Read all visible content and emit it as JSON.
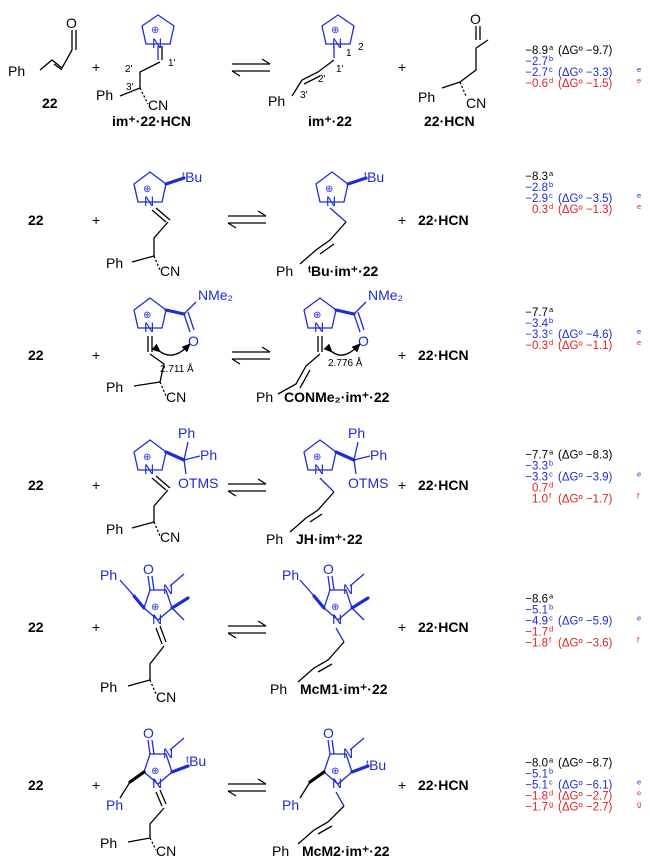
{
  "labels": {
    "compound22": "22",
    "plus": "+",
    "im22hcn": "im⁺·22·HCN",
    "im22": "im⁺·22",
    "hcn22": "22·HCN",
    "tbu_im22": "ᵗBu·im⁺·22",
    "conme2_im22": "CONMe₂·im⁺·22",
    "jh_im22": "JH·im⁺·22",
    "mcm1_im22": "McM1·im⁺·22",
    "mcm2_im22": "McM2·im⁺·22"
  },
  "atoms": {
    "O": "O",
    "Ph": "Ph",
    "N": "N",
    "CN": "CN",
    "tBu": "ᵗBu",
    "NMe2": "NMe₂",
    "OTMS": "OTMS",
    "plus_charge": "⊕",
    "n1": "1",
    "n2": "2",
    "n1p": "1'",
    "n2p": "2'",
    "n3p": "3'"
  },
  "distances": {
    "row3_left": "2.711 Å",
    "row3_right": "2.776 Å"
  },
  "colors": {
    "black": "#000000",
    "blue": "#1f2bd6",
    "red": "#e02020"
  },
  "energies": [
    [
      {
        "color": "black",
        "text": "−8.9",
        "sup": "a",
        "extra": "(ΔGº −9.7)",
        "esup": ""
      },
      {
        "color": "blue",
        "text": "−2.7",
        "sup": "b",
        "extra": "",
        "esup": ""
      },
      {
        "color": "blue",
        "text": "−2.7",
        "sup": "c",
        "extra": "(ΔGº −3.3)",
        "esup": "e"
      },
      {
        "color": "red",
        "text": "−0.6",
        "sup": "d",
        "extra": "(ΔGº −1.5)",
        "esup": "e"
      }
    ],
    [
      {
        "color": "black",
        "text": "−8.3",
        "sup": "a",
        "extra": "",
        "esup": ""
      },
      {
        "color": "blue",
        "text": "−2.8",
        "sup": "b",
        "extra": "",
        "esup": ""
      },
      {
        "color": "blue",
        "text": "−2.9",
        "sup": "c",
        "extra": "(ΔGº −3.5)",
        "esup": "e"
      },
      {
        "color": "red",
        "text": "0.3",
        "sup": "d",
        "extra": "(ΔGº −1.3)",
        "esup": "e"
      }
    ],
    [
      {
        "color": "black",
        "text": "−7.7",
        "sup": "a",
        "extra": "",
        "esup": ""
      },
      {
        "color": "blue",
        "text": "−3.4",
        "sup": "b",
        "extra": "",
        "esup": ""
      },
      {
        "color": "blue",
        "text": "−3.3",
        "sup": "c",
        "extra": "(ΔGº −4.6)",
        "esup": "e"
      },
      {
        "color": "red",
        "text": "−0.3",
        "sup": "d",
        "extra": "(ΔGº −1.1)",
        "esup": "e"
      }
    ],
    [
      {
        "color": "black",
        "text": "−7.7",
        "sup": "a",
        "extra": "(ΔGº −8.3)",
        "esup": ""
      },
      {
        "color": "blue",
        "text": "−3.3",
        "sup": "b",
        "extra": "",
        "esup": ""
      },
      {
        "color": "blue",
        "text": "−3.3",
        "sup": "c",
        "extra": "(ΔGº −3.9)",
        "esup": "e"
      },
      {
        "color": "red",
        "text": "0.7",
        "sup": "d",
        "extra": "",
        "esup": ""
      },
      {
        "color": "red",
        "text": "1.0",
        "sup": "f",
        "extra": "(ΔGº −1.7)",
        "esup": "f"
      }
    ],
    [
      {
        "color": "black",
        "text": "−8.6",
        "sup": "a",
        "extra": "",
        "esup": ""
      },
      {
        "color": "blue",
        "text": "−5.1",
        "sup": "b",
        "extra": "",
        "esup": ""
      },
      {
        "color": "blue",
        "text": "−4.9",
        "sup": "c",
        "extra": "(ΔGº −5.9)",
        "esup": "e"
      },
      {
        "color": "red",
        "text": "−1.7",
        "sup": "d",
        "extra": "",
        "esup": ""
      },
      {
        "color": "red",
        "text": "−1.8",
        "sup": "f",
        "extra": "(ΔGº −3.6)",
        "esup": "f"
      }
    ],
    [
      {
        "color": "black",
        "text": "−8.0",
        "sup": "a",
        "extra": "(ΔGº −8.7)",
        "esup": ""
      },
      {
        "color": "blue",
        "text": "−5.1",
        "sup": "b",
        "extra": "",
        "esup": ""
      },
      {
        "color": "blue",
        "text": "−5.1",
        "sup": "c",
        "extra": "(ΔGº −6.1)",
        "esup": "e"
      },
      {
        "color": "red",
        "text": "−1.8",
        "sup": "d",
        "extra": "(ΔGº −2.7)",
        "esup": "e"
      },
      {
        "color": "red",
        "text": "−1.7",
        "sup": "g",
        "extra": "(ΔGº −2.7)",
        "esup": "g"
      }
    ]
  ]
}
